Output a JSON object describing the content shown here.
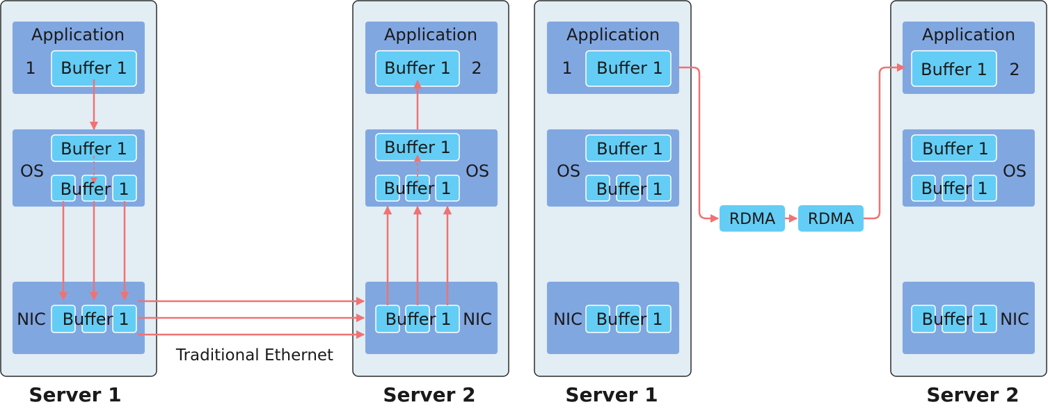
{
  "colors": {
    "server_bg": "#e2edf4",
    "layer_bg": "#81a7e1",
    "buffer_bg": "#64cdf5",
    "arrow": "#f07272"
  },
  "labels": {
    "application": "Application",
    "buffer": "Buffer",
    "buffer1": "Buffer 1",
    "one": "1",
    "two": "2",
    "os": "OS",
    "nic": "NIC",
    "rdma": "RDMA",
    "traditional_ethernet": "Traditional Ethernet",
    "server1": "Server 1",
    "server2": "Server 2"
  }
}
